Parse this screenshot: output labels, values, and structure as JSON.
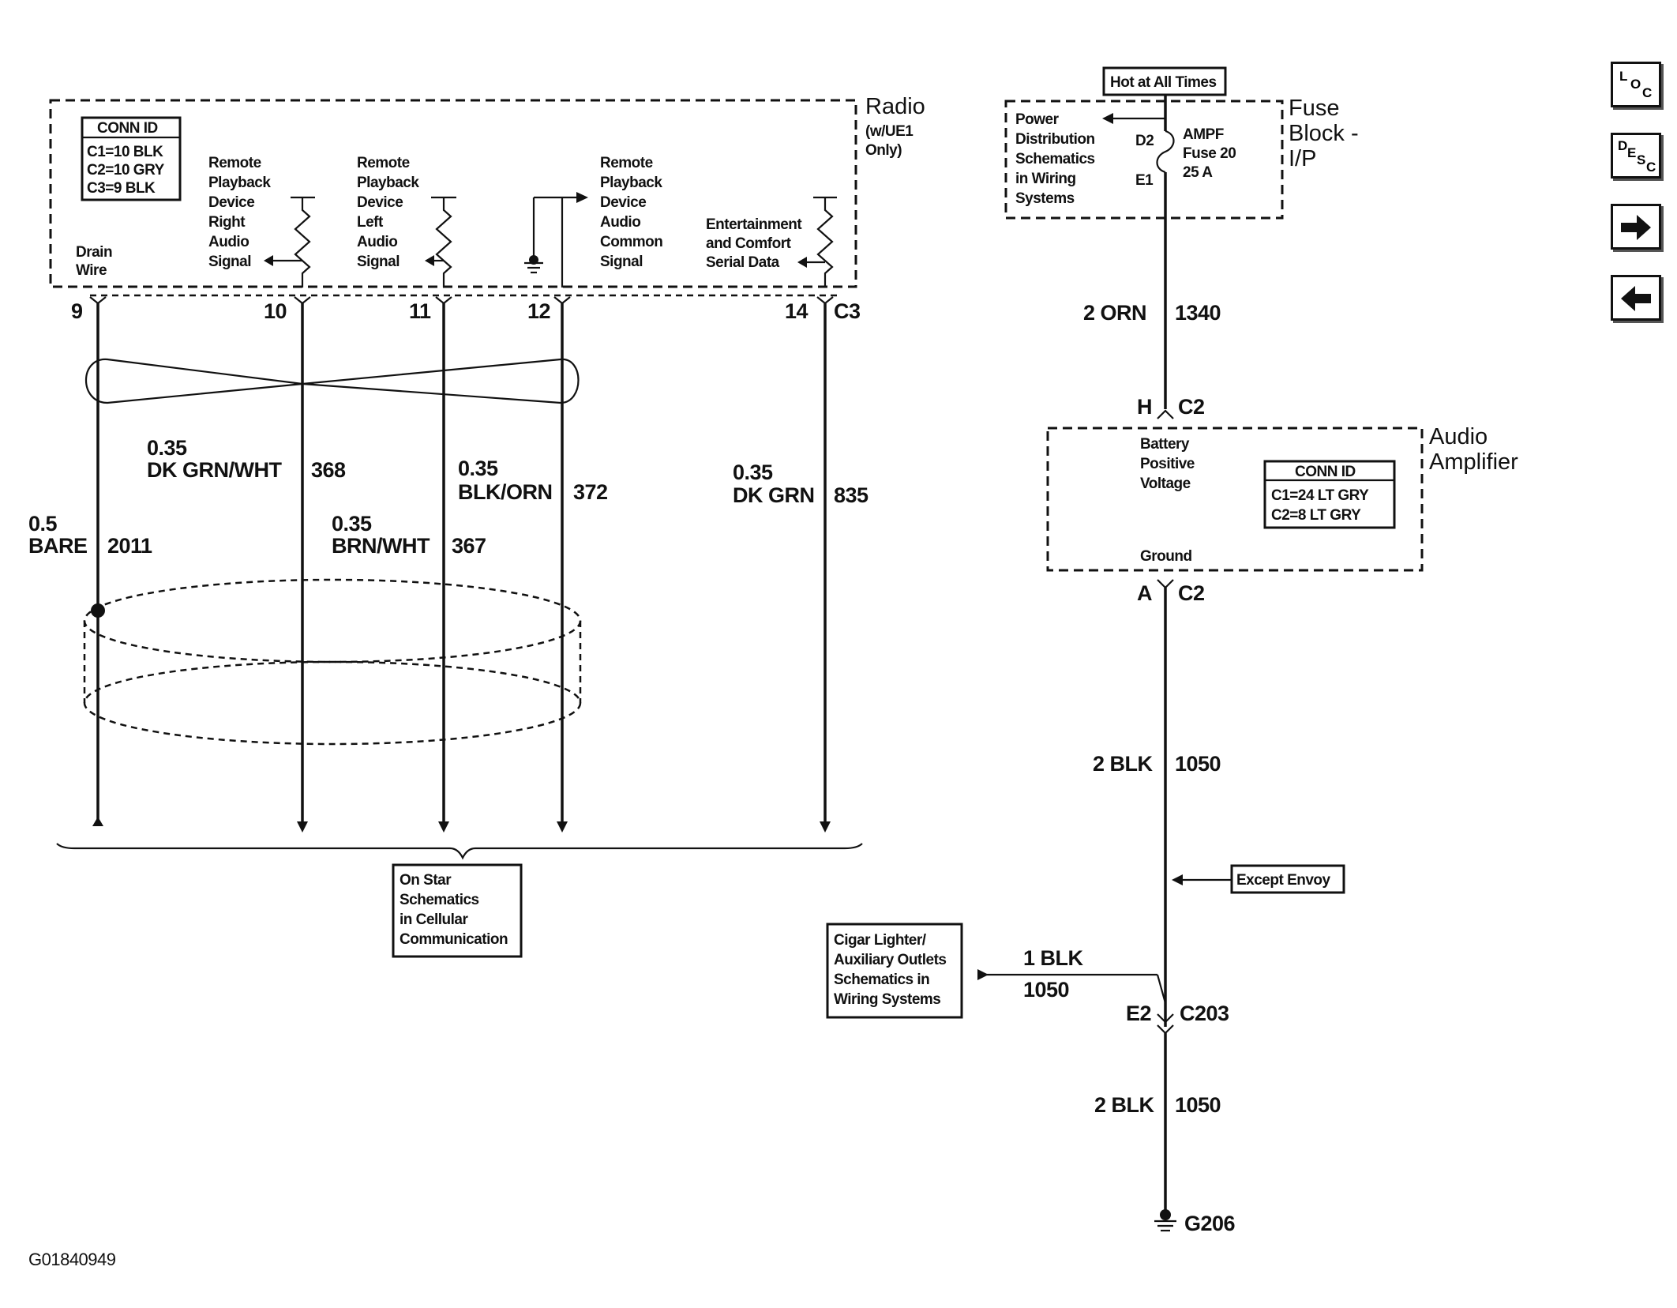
{
  "radio": {
    "title": "Radio",
    "subtitle_1": "(w/UE1",
    "subtitle_2": "Only)",
    "conn_id_header": "CONN ID",
    "conn_c1": "C1=10 BLK",
    "conn_c2": "C2=10 GRY",
    "conn_c3": "C3=9 BLK",
    "drain_1": "Drain",
    "drain_2": "Wire",
    "rpr": [
      "Remote",
      "Playback",
      "Device",
      "Right",
      "Audio",
      "Signal"
    ],
    "rpl": [
      "Remote",
      "Playback",
      "Device",
      "Left",
      "Audio",
      "Signal"
    ],
    "rpc": [
      "Remote",
      "Playback",
      "Device",
      "Audio",
      "Common",
      "Signal"
    ],
    "ecs": [
      "Entertainment",
      "and Comfort",
      "Serial Data"
    ],
    "pins": [
      "9",
      "10",
      "11",
      "12",
      "14"
    ],
    "connector": "C3"
  },
  "wires": {
    "w2011_gauge": "0.5",
    "w2011_color": "BARE",
    "w2011_circuit": "2011",
    "w368_gauge": "0.35",
    "w368_color": "DK GRN/WHT",
    "w368_circuit": "368",
    "w367_gauge": "0.35",
    "w367_color": "BRN/WHT",
    "w367_circuit": "367",
    "w372_gauge": "0.35",
    "w372_color": "BLK/ORN",
    "w372_circuit": "372",
    "w835_gauge": "0.35",
    "w835_color": "DK GRN",
    "w835_circuit": "835"
  },
  "onstar": [
    "On Star",
    "Schematics",
    "in Cellular",
    "Communication"
  ],
  "fuse_block": {
    "hot_label": "Hot at All Times",
    "title_1": "Fuse",
    "title_2": "Block -",
    "title_3": "I/P",
    "power_dist": [
      "Power",
      "Distribution",
      "Schematics",
      "in Wiring",
      "Systems"
    ],
    "d2": "D2",
    "e1": "E1",
    "fuse_name": "AMPF",
    "fuse_num": "Fuse 20",
    "fuse_rating": "25 A"
  },
  "orn_wire": {
    "label": "2 ORN",
    "circuit": "1340"
  },
  "amp_top_conn": {
    "pin": "H",
    "connector": "C2"
  },
  "amplifier": {
    "title_1": "Audio",
    "title_2": "Amplifier",
    "bpv": [
      "Battery",
      "Positive",
      "Voltage"
    ],
    "ground": "Ground",
    "conn_id_header": "CONN ID",
    "conn_c1": "C1=24 LT GRY",
    "conn_c2": "C2=8 LT GRY"
  },
  "amp_bottom_conn": {
    "pin": "A",
    "connector": "C2"
  },
  "blk_wire_1": {
    "label": "2 BLK",
    "circuit": "1050"
  },
  "except_envoy": "Except Envoy",
  "cigar": [
    "Cigar Lighter/",
    "Auxiliary Outlets",
    "Schematics in",
    "Wiring Systems"
  ],
  "blk_branch": {
    "label": "1 BLK",
    "circuit": "1050"
  },
  "c203_conn": {
    "pin": "E2",
    "connector": "C203"
  },
  "blk_wire_2": {
    "label": "2 BLK",
    "circuit": "1050"
  },
  "ground_id": "G206",
  "figure_id": "G01840949",
  "nav": {
    "loc_a": "L",
    "loc_b": "O",
    "loc_c": "C",
    "desc_a": "D",
    "desc_b": "E",
    "desc_c": "S",
    "desc_d": "C"
  }
}
